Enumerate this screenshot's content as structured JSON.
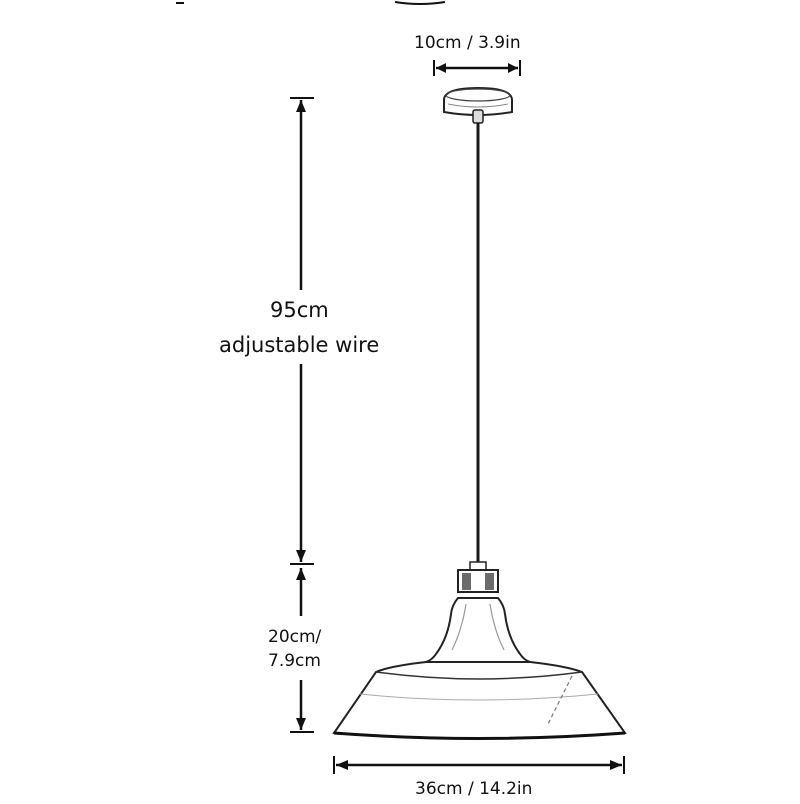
{
  "diagram": {
    "canopy_width_label": "10cm / 3.9in",
    "wire_length_label": "95cm",
    "wire_note_label": "adjustable wire",
    "shade_height_label_line1": "20cm/",
    "shade_height_label_line2": "7.9cm",
    "shade_width_label": "36cm / 14.2in"
  },
  "colors": {
    "line": "#111111",
    "fixture_outline": "#222222",
    "fixture_fill": "#ffffff",
    "wire": "#1a1a1a",
    "socket_shadow": "#6b6b6b"
  }
}
